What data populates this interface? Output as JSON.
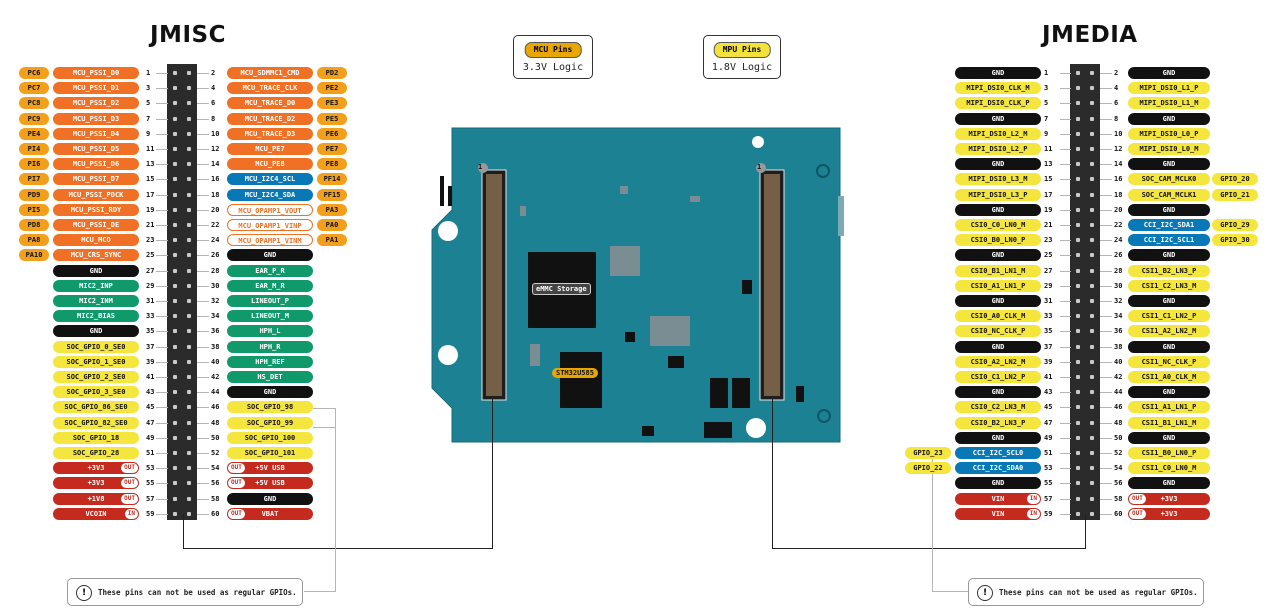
{
  "titles": {
    "left": "JMISC",
    "right": "JMEDIA"
  },
  "legend": {
    "mcu": {
      "tag": "MCU Pins",
      "text": "3.3V Logic",
      "color": "#e8a600"
    },
    "mpu": {
      "tag": "MPU Pins",
      "text": "1.8V Logic",
      "color": "#f3e23b"
    }
  },
  "board": {
    "emmc": "eMMC Storage",
    "mcu_chip": "STM32U585",
    "pin1_left": "1",
    "pin1_right": "1"
  },
  "note_text": "These pins can not be used as regular GPIOs.",
  "note_icon": "!",
  "colors": {
    "orange": "#f07025",
    "port": "#f2a01b",
    "blue": "#0879b6",
    "green": "#109a6c",
    "black": "#111111",
    "yellow": "#f5e63e",
    "red": "#c42a1e",
    "board": "#1d8194",
    "header": "#2b2b2b"
  },
  "jmisc": {
    "left": [
      {
        "pin": "1",
        "name": "MCU_PSSI_D0",
        "type": "orange",
        "port": "PC6"
      },
      {
        "pin": "3",
        "name": "MCU_PSSI_D1",
        "type": "orange",
        "port": "PC7"
      },
      {
        "pin": "5",
        "name": "MCU_PSSI_D2",
        "type": "orange",
        "port": "PC8"
      },
      {
        "pin": "7",
        "name": "MCU_PSSI_D3",
        "type": "orange",
        "port": "PC9"
      },
      {
        "pin": "9",
        "name": "MCU_PSSI_D4",
        "type": "orange",
        "port": "PE4"
      },
      {
        "pin": "11",
        "name": "MCU_PSSI_D5",
        "type": "orange",
        "port": "PI4"
      },
      {
        "pin": "13",
        "name": "MCU_PSSI_D6",
        "type": "orange",
        "port": "PI6"
      },
      {
        "pin": "15",
        "name": "MCU_PSSI_D7",
        "type": "orange",
        "port": "PI7"
      },
      {
        "pin": "17",
        "name": "MCU_PSSI_PDCK",
        "type": "orange",
        "port": "PD9"
      },
      {
        "pin": "19",
        "name": "MCU_PSSI_RDY",
        "type": "orange",
        "port": "PI5"
      },
      {
        "pin": "21",
        "name": "MCU_PSSI_DE",
        "type": "orange",
        "port": "PD8"
      },
      {
        "pin": "23",
        "name": "MCU_MCO",
        "type": "orange",
        "port": "PA8"
      },
      {
        "pin": "25",
        "name": "MCU_CRS_SYNC",
        "type": "orange",
        "port": "PA10"
      },
      {
        "pin": "27",
        "name": "GND",
        "type": "black"
      },
      {
        "pin": "29",
        "name": "MIC2_INP",
        "type": "green"
      },
      {
        "pin": "31",
        "name": "MIC2_INM",
        "type": "green"
      },
      {
        "pin": "33",
        "name": "MIC2_BIAS",
        "type": "green"
      },
      {
        "pin": "35",
        "name": "GND",
        "type": "black"
      },
      {
        "pin": "37",
        "name": "SOC_GPIO_0_SE0",
        "type": "yellow"
      },
      {
        "pin": "39",
        "name": "SOC_GPIO_1_SE0",
        "type": "yellow"
      },
      {
        "pin": "41",
        "name": "SOC_GPIO_2_SE0",
        "type": "yellow"
      },
      {
        "pin": "43",
        "name": "SOC_GPIO_3_SE0",
        "type": "yellow"
      },
      {
        "pin": "45",
        "name": "SOC_GPIO_86_SE0",
        "type": "yellow"
      },
      {
        "pin": "47",
        "name": "SOC_GPIO_82_SE0",
        "type": "yellow"
      },
      {
        "pin": "49",
        "name": "SOC_GPIO_18",
        "type": "yellow"
      },
      {
        "pin": "51",
        "name": "SOC_GPIO_28",
        "type": "yellow"
      },
      {
        "pin": "53",
        "name": "+3V3",
        "type": "red",
        "io": "OUT"
      },
      {
        "pin": "55",
        "name": "+3V3",
        "type": "red",
        "io": "OUT"
      },
      {
        "pin": "57",
        "name": "+1V8",
        "type": "red",
        "io": "OUT"
      },
      {
        "pin": "59",
        "name": "VCOIN",
        "type": "red",
        "io": "IN"
      }
    ],
    "right": [
      {
        "pin": "2",
        "name": "MCU_SDMMC1_CMD",
        "type": "orange",
        "port": "PD2"
      },
      {
        "pin": "4",
        "name": "MCU_TRACE_CLK",
        "type": "orange",
        "port": "PE2"
      },
      {
        "pin": "6",
        "name": "MCU_TRACE_D0",
        "type": "orange",
        "port": "PE3"
      },
      {
        "pin": "8",
        "name": "MCU_TRACE_D2",
        "type": "orange",
        "port": "PE5"
      },
      {
        "pin": "10",
        "name": "MCU_TRACE_D3",
        "type": "orange",
        "port": "PE6"
      },
      {
        "pin": "12",
        "name": "MCU_PE7",
        "type": "orange",
        "port": "PE7"
      },
      {
        "pin": "14",
        "name": "MCU_PE8",
        "type": "orange",
        "port": "PE8"
      },
      {
        "pin": "16",
        "name": "MCU_I2C4_SCL",
        "type": "blue",
        "port": "PF14"
      },
      {
        "pin": "18",
        "name": "MCU_I2C4_SDA",
        "type": "blue",
        "port": "PF15"
      },
      {
        "pin": "20",
        "name": "MCU_OPAMP1_VOUT",
        "type": "outline",
        "port": "PA3"
      },
      {
        "pin": "22",
        "name": "MCU_OPAMP1_VINP",
        "type": "outline",
        "port": "PA0"
      },
      {
        "pin": "24",
        "name": "MCU_OPAMP1_VINM",
        "type": "outline",
        "port": "PA1"
      },
      {
        "pin": "26",
        "name": "GND",
        "type": "black"
      },
      {
        "pin": "28",
        "name": "EAR_P_R",
        "type": "green"
      },
      {
        "pin": "30",
        "name": "EAR_M_R",
        "type": "green"
      },
      {
        "pin": "32",
        "name": "LINEOUT_P",
        "type": "green"
      },
      {
        "pin": "34",
        "name": "LINEOUT_M",
        "type": "green"
      },
      {
        "pin": "36",
        "name": "HPH_L",
        "type": "green"
      },
      {
        "pin": "38",
        "name": "HPH_R",
        "type": "green"
      },
      {
        "pin": "40",
        "name": "HPH_REF",
        "type": "green"
      },
      {
        "pin": "42",
        "name": "HS_DET",
        "type": "green"
      },
      {
        "pin": "44",
        "name": "GND",
        "type": "black"
      },
      {
        "pin": "46",
        "name": "SOC_GPIO_98",
        "type": "yellow"
      },
      {
        "pin": "48",
        "name": "SOC_GPIO_99",
        "type": "yellow"
      },
      {
        "pin": "50",
        "name": "SOC_GPIO_100",
        "type": "yellow"
      },
      {
        "pin": "52",
        "name": "SOC_GPIO_101",
        "type": "yellow"
      },
      {
        "pin": "54",
        "name": "+5V USB",
        "type": "red",
        "io": "OUT"
      },
      {
        "pin": "56",
        "name": "+5V USB",
        "type": "red",
        "io": "OUT"
      },
      {
        "pin": "58",
        "name": "GND",
        "type": "black"
      },
      {
        "pin": "60",
        "name": "VBAT",
        "type": "red",
        "io": "OUT"
      }
    ]
  },
  "jmedia": {
    "left": [
      {
        "pin": "1",
        "name": "GND",
        "type": "black"
      },
      {
        "pin": "3",
        "name": "MIPI_DSI0_CLK_M",
        "type": "yellow"
      },
      {
        "pin": "5",
        "name": "MIPI_DSI0_CLK_P",
        "type": "yellow"
      },
      {
        "pin": "7",
        "name": "GND",
        "type": "black"
      },
      {
        "pin": "9",
        "name": "MIPI_DSI0_L2_M",
        "type": "yellow"
      },
      {
        "pin": "11",
        "name": "MIPI_DSI0_L2_P",
        "type": "yellow"
      },
      {
        "pin": "13",
        "name": "GND",
        "type": "black"
      },
      {
        "pin": "15",
        "name": "MIPI_DSI0_L3_M",
        "type": "yellow"
      },
      {
        "pin": "17",
        "name": "MIPI_DSI0_L3_P",
        "type": "yellow"
      },
      {
        "pin": "19",
        "name": "GND",
        "type": "black"
      },
      {
        "pin": "21",
        "name": "CSI0_C0_LN0_M",
        "type": "yellow"
      },
      {
        "pin": "23",
        "name": "CSI0_B0_LN0_P",
        "type": "yellow"
      },
      {
        "pin": "25",
        "name": "GND",
        "type": "black"
      },
      {
        "pin": "27",
        "name": "CSI0_B1_LN1_M",
        "type": "yellow"
      },
      {
        "pin": "29",
        "name": "CSI0_A1_LN1_P",
        "type": "yellow"
      },
      {
        "pin": "31",
        "name": "GND",
        "type": "black"
      },
      {
        "pin": "33",
        "name": "CSI0_A0_CLK_M",
        "type": "yellow"
      },
      {
        "pin": "35",
        "name": "CSI0_NC_CLK_P",
        "type": "yellow"
      },
      {
        "pin": "37",
        "name": "GND",
        "type": "black"
      },
      {
        "pin": "39",
        "name": "CSI0_A2_LN2_M",
        "type": "yellow"
      },
      {
        "pin": "41",
        "name": "CSI0_C1_LN2_P",
        "type": "yellow"
      },
      {
        "pin": "43",
        "name": "GND",
        "type": "black"
      },
      {
        "pin": "45",
        "name": "CSI0_C2_LN3_M",
        "type": "yellow"
      },
      {
        "pin": "47",
        "name": "CSI0_B2_LN3_P",
        "type": "yellow"
      },
      {
        "pin": "49",
        "name": "GND",
        "type": "black"
      },
      {
        "pin": "51",
        "name": "CCI_I2C_SCL0",
        "type": "blue",
        "ext": "GPIO_23"
      },
      {
        "pin": "53",
        "name": "CCI_I2C_SDA0",
        "type": "blue",
        "ext": "GPIO_22"
      },
      {
        "pin": "55",
        "name": "GND",
        "type": "black"
      },
      {
        "pin": "57",
        "name": "VIN",
        "type": "red",
        "io": "IN"
      },
      {
        "pin": "59",
        "name": "VIN",
        "type": "red",
        "io": "IN"
      }
    ],
    "right": [
      {
        "pin": "2",
        "name": "GND",
        "type": "black"
      },
      {
        "pin": "4",
        "name": "MIPI_DSI0_L1_P",
        "type": "yellow"
      },
      {
        "pin": "6",
        "name": "MIPI_DSI0_L1_M",
        "type": "yellow"
      },
      {
        "pin": "8",
        "name": "GND",
        "type": "black"
      },
      {
        "pin": "10",
        "name": "MIPI_DSI0_L0_P",
        "type": "yellow"
      },
      {
        "pin": "12",
        "name": "MIPI_DSI0_L0_M",
        "type": "yellow"
      },
      {
        "pin": "14",
        "name": "GND",
        "type": "black"
      },
      {
        "pin": "16",
        "name": "SOC_CAM_MCLK0",
        "type": "yellow",
        "ext": "GPIO_20"
      },
      {
        "pin": "18",
        "name": "SOC_CAM_MCLK1",
        "type": "yellow",
        "ext": "GPIO_21"
      },
      {
        "pin": "20",
        "name": "GND",
        "type": "black"
      },
      {
        "pin": "22",
        "name": "CCI_I2C_SDA1",
        "type": "blue",
        "ext": "GPIO_29"
      },
      {
        "pin": "24",
        "name": "CCI_I2C_SCL1",
        "type": "blue",
        "ext": "GPIO_30"
      },
      {
        "pin": "26",
        "name": "GND",
        "type": "black"
      },
      {
        "pin": "28",
        "name": "CSI1_B2_LN3_P",
        "type": "yellow"
      },
      {
        "pin": "30",
        "name": "CSI1_C2_LN3_M",
        "type": "yellow"
      },
      {
        "pin": "32",
        "name": "GND",
        "type": "black"
      },
      {
        "pin": "34",
        "name": "CSI1_C1_LN2_P",
        "type": "yellow"
      },
      {
        "pin": "36",
        "name": "CSI1_A2_LN2_M",
        "type": "yellow"
      },
      {
        "pin": "38",
        "name": "GND",
        "type": "black"
      },
      {
        "pin": "40",
        "name": "CSI1_NC_CLK_P",
        "type": "yellow"
      },
      {
        "pin": "42",
        "name": "CSI1_A0_CLK_M",
        "type": "yellow"
      },
      {
        "pin": "44",
        "name": "GND",
        "type": "black"
      },
      {
        "pin": "46",
        "name": "CSI1_A1_LN1_P",
        "type": "yellow"
      },
      {
        "pin": "48",
        "name": "CSI1_B1_LN1_M",
        "type": "yellow"
      },
      {
        "pin": "50",
        "name": "GND",
        "type": "black"
      },
      {
        "pin": "52",
        "name": "CSI1_B0_LN0_P",
        "type": "yellow"
      },
      {
        "pin": "54",
        "name": "CSI1_C0_LN0_M",
        "type": "yellow"
      },
      {
        "pin": "56",
        "name": "GND",
        "type": "black"
      },
      {
        "pin": "58",
        "name": "+3V3",
        "type": "red",
        "io": "OUT"
      },
      {
        "pin": "60",
        "name": "+3V3",
        "type": "red",
        "io": "OUT"
      }
    ]
  }
}
